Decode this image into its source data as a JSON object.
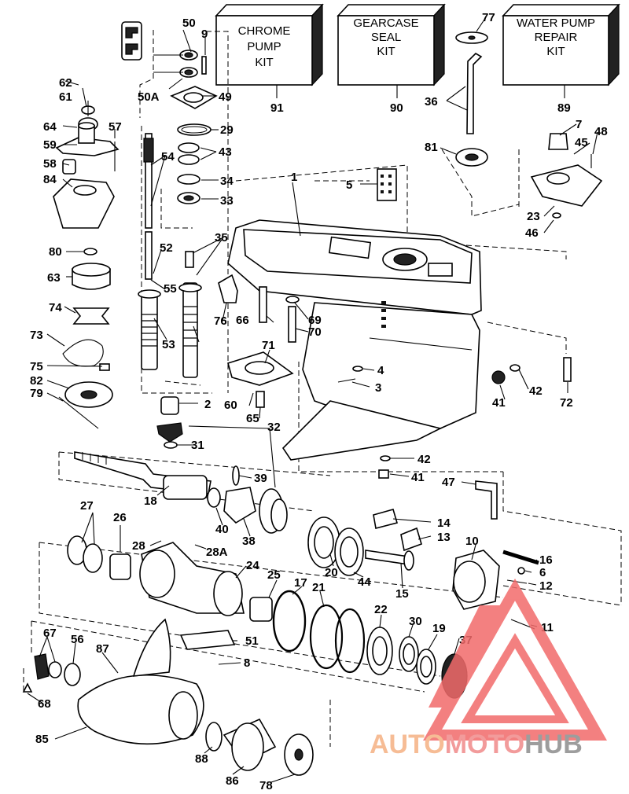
{
  "kits": [
    {
      "key": "chrome",
      "lines": [
        "CHROME",
        "PUMP",
        "KIT"
      ],
      "number": "91"
    },
    {
      "key": "gearcase",
      "lines": [
        "GEARCASE",
        "SEAL",
        "KIT"
      ],
      "number": "90"
    },
    {
      "key": "waterpump",
      "lines": [
        "WATER PUMP",
        "REPAIR",
        "KIT"
      ],
      "number": "89"
    }
  ],
  "labels": {
    "p1": "1",
    "p2": "2",
    "p3": "3",
    "p4": "4",
    "p5": "5",
    "p6": "6",
    "p7": "7",
    "p8": "8",
    "p9": "9",
    "p10": "10",
    "p11": "11",
    "p12": "12",
    "p13": "13",
    "p14": "14",
    "p15": "15",
    "p16": "16",
    "p17": "17",
    "p18": "18",
    "p19": "19",
    "p20": "20",
    "p21": "21",
    "p22": "22",
    "p23": "23",
    "p24": "24",
    "p25": "25",
    "p26": "26",
    "p27": "27",
    "p28": "28",
    "p28a": "28A",
    "p29": "29",
    "p30": "30",
    "p31": "31",
    "p32": "32",
    "p33": "33",
    "p34": "34",
    "p35": "35",
    "p36": "36",
    "p37": "37",
    "p38": "38",
    "p39": "39",
    "p40": "40",
    "p41a": "41",
    "p41b": "41",
    "p42a": "42",
    "p42b": "42",
    "p43": "43",
    "p44": "44",
    "p45": "45",
    "p46": "46",
    "p47": "47",
    "p48": "48",
    "p49": "49",
    "p50": "50",
    "p50a": "50A",
    "p51": "51",
    "p52": "52",
    "p53": "53",
    "p54": "54",
    "p55": "55",
    "p56": "56",
    "p57": "57",
    "p58": "58",
    "p59": "59",
    "p60": "60",
    "p61": "61",
    "p62": "62",
    "p63": "63",
    "p64": "64",
    "p65": "65",
    "p66": "66",
    "p67": "67",
    "p68": "68",
    "p69": "69",
    "p70": "70",
    "p71": "71",
    "p72": "72",
    "p73": "73",
    "p74": "74",
    "p75": "75",
    "p76": "76",
    "p77": "77",
    "p78": "78",
    "p79": "79",
    "p80": "80",
    "p81": "81",
    "p82": "82",
    "p84": "84",
    "p85": "85",
    "p86": "86",
    "p87": "87",
    "p88": "88"
  },
  "watermark": {
    "parts": [
      "AUTO",
      "MOTO",
      "HUB"
    ],
    "colors": {
      "auto": "#f5b183",
      "moto": "#f08a8a",
      "hub": "#8c8c8c"
    }
  },
  "colors": {
    "ink": "#000000",
    "paper": "#ffffff",
    "logo": "#f26b6b"
  }
}
